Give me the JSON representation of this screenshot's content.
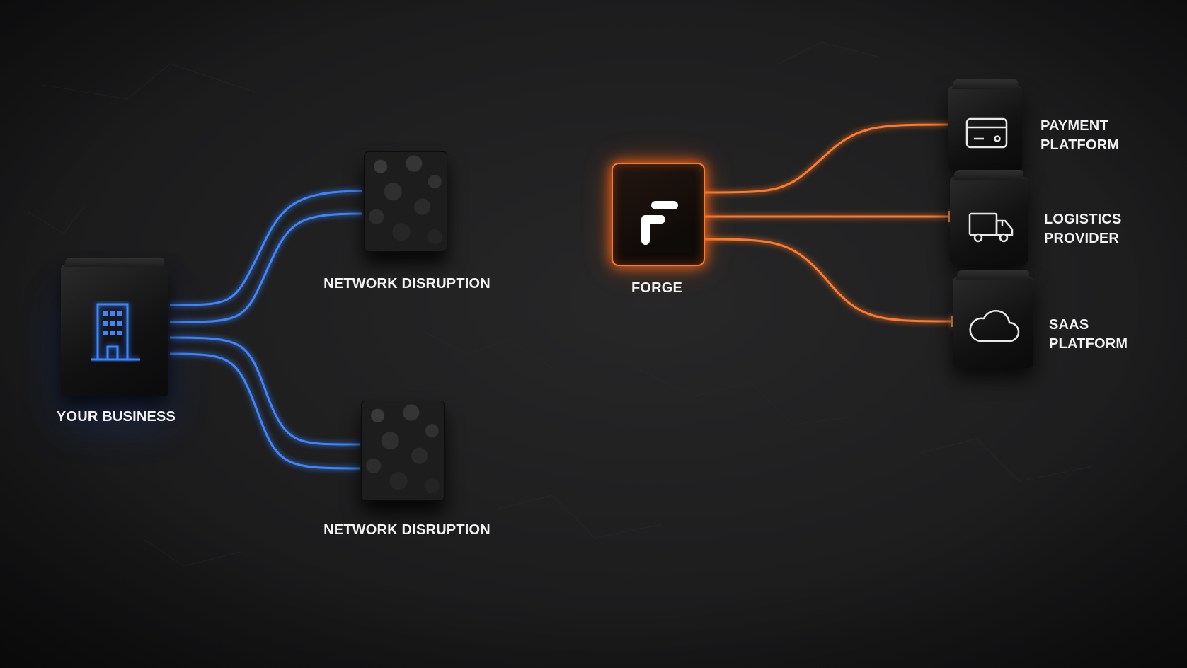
{
  "nodes": {
    "business": {
      "label": "YOUR BUSINESS",
      "icon": "building-icon"
    },
    "disruption_top": {
      "label": "NETWORK DISRUPTION",
      "icon": "broken-rock-block-icon"
    },
    "disruption_bottom": {
      "label": "NETWORK DISRUPTION",
      "icon": "broken-rock-block-icon"
    },
    "forge": {
      "label": "FORGE",
      "icon": "forge-logo-icon"
    },
    "payment": {
      "label_line1": "PAYMENT",
      "label_line2": "PLATFORM",
      "icon": "credit-card-icon"
    },
    "logistics": {
      "label_line1": "LOGISTICS",
      "label_line2": "PROVIDER",
      "icon": "delivery-truck-icon"
    },
    "saas": {
      "label_line1": "SAAS",
      "label_line2": "PLATFORM",
      "icon": "cloud-icon"
    }
  },
  "colors": {
    "background": "#1b1b1c",
    "blue_wire": "#2f7bff",
    "blue_glow": "#1a5cff",
    "orange_wire": "#ff7a2a",
    "orange_glow": "#ff5a10",
    "label": "#f2f2f2"
  }
}
